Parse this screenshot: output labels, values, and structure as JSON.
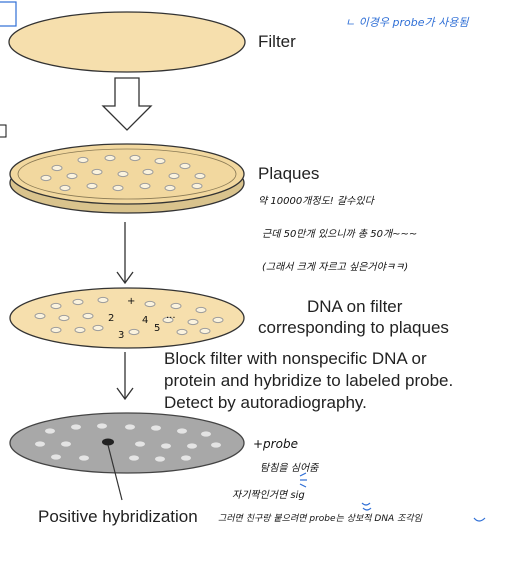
{
  "steps": {
    "filter": "Filter",
    "plaques": "Plaques",
    "dna_filter_line1": "DNA on filter",
    "dna_filter_line2": "corresponding to plaques",
    "block_line1": "Block filter with nonspecific DNA or",
    "block_line2": "protein and hybridize to labeled probe.",
    "block_line3": "Detect by autoradiography.",
    "positive": "Positive hybridization"
  },
  "annotations": {
    "top_note": "ㄴ 이경우 probe가 사용됨",
    "plaque_note1": "약 10000개정도! 갈수있다",
    "plaque_note2": "근데 50만개 있으니까 총 50개~~~",
    "plaque_note3": "(그래서 크게 자르고 싶은거야ㅋㅋ)",
    "probe_note1": "+probe",
    "probe_note2": "탐침을 심어줌",
    "probe_note3": "자기짝인거면 sig",
    "probe_note4": "그러면 친구랑 붙으려면 probe는 상보적 DNA 조각임"
  },
  "marks": [
    "+",
    "2",
    "4",
    "3",
    "5",
    "..."
  ],
  "colors": {
    "filter_fill": "#f6dfad",
    "plate_fill": "#f2d89f",
    "plaque_ring": "#9b9b9b",
    "autorad_fill": "#a8a8a8",
    "spot": "#222222",
    "annotation_blue": "#2f6fd6"
  }
}
